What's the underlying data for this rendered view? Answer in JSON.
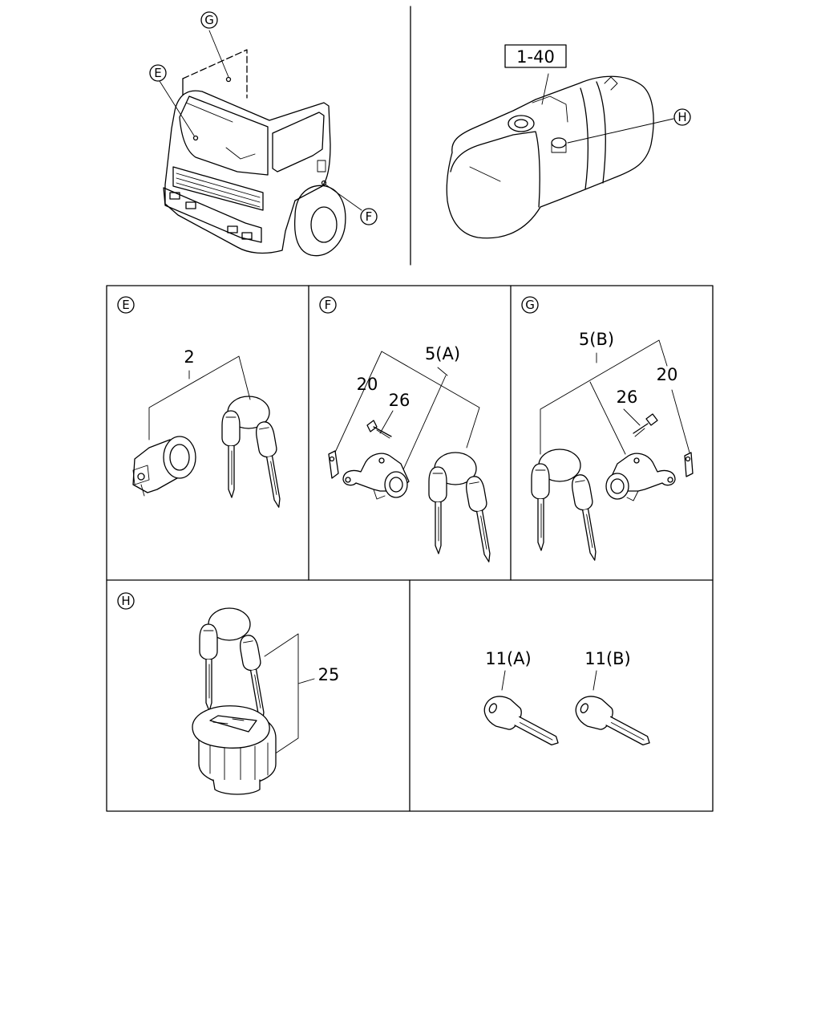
{
  "callouts": {
    "top_g": "G",
    "top_e": "E",
    "top_f": "F",
    "top_h": "H",
    "ref_box": "1-40"
  },
  "panels": {
    "e": {
      "tag": "E",
      "part": "2"
    },
    "f": {
      "tag": "F",
      "part_lock": "5(A)",
      "part_clip": "20",
      "part_bolt": "26"
    },
    "g": {
      "tag": "G",
      "part_lock": "5(B)",
      "part_bolt": "26",
      "part_clip": "20"
    },
    "h": {
      "tag": "H",
      "part": "25"
    },
    "keys": {
      "key_a": "11(A)",
      "key_b": "11(B)"
    }
  }
}
